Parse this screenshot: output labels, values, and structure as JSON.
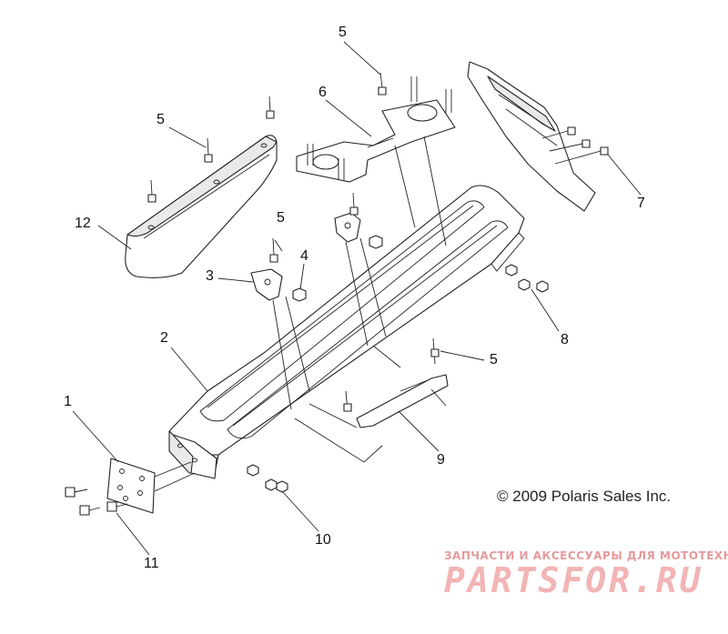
{
  "diagram": {
    "callouts": [
      {
        "id": "c1",
        "label": "1"
      },
      {
        "id": "c2",
        "label": "2"
      },
      {
        "id": "c3",
        "label": "3"
      },
      {
        "id": "c4",
        "label": "4"
      },
      {
        "id": "c5a",
        "label": "5"
      },
      {
        "id": "c5b",
        "label": "5"
      },
      {
        "id": "c5c",
        "label": "5"
      },
      {
        "id": "c5d",
        "label": "5"
      },
      {
        "id": "c6",
        "label": "6"
      },
      {
        "id": "c7",
        "label": "7"
      },
      {
        "id": "c8",
        "label": "8"
      },
      {
        "id": "c9",
        "label": "9"
      },
      {
        "id": "c10",
        "label": "10"
      },
      {
        "id": "c11",
        "label": "11"
      },
      {
        "id": "c12",
        "label": "12"
      }
    ],
    "copyright": "© 2009 Polaris Sales Inc."
  },
  "watermark": {
    "tagline": "ЗАПЧАСТИ И АКСЕССУАРЫ ДЛЯ МОТОТЕХНИКИ",
    "logo": "PARTSFOR.RU",
    "color": "#f2b4b4"
  }
}
